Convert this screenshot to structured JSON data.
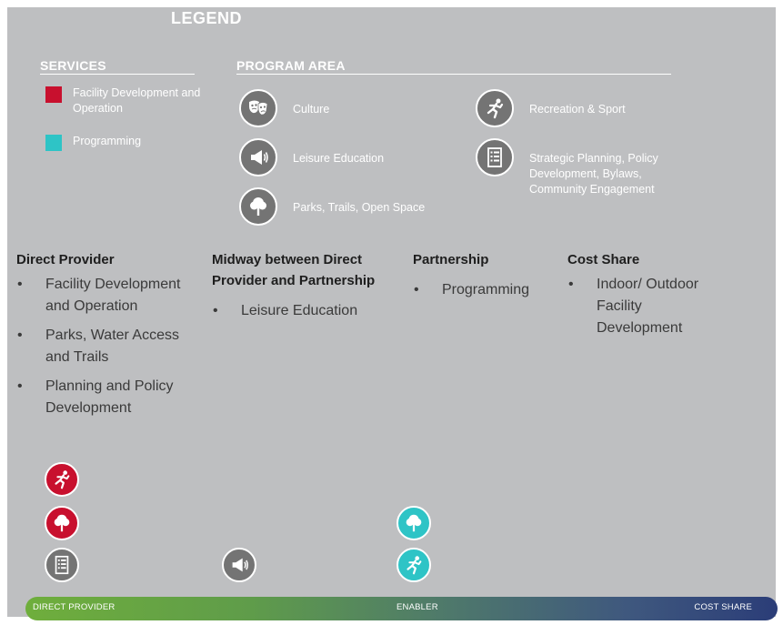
{
  "legend": {
    "title": "LEGEND",
    "services_heading": "SERVICES",
    "program_area_heading": "PROGRAM AREA",
    "services": [
      {
        "label": "Facility Development and Operation",
        "color": "#c8102e"
      },
      {
        "label": "Programming",
        "color": "#2ec4c6"
      }
    ],
    "program_areas": [
      {
        "label": "Culture",
        "icon": "theatre-masks-icon"
      },
      {
        "label": "Leisure Education",
        "icon": "megaphone-icon"
      },
      {
        "label": "Parks, Trails, Open Space",
        "icon": "tree-icon"
      },
      {
        "label": "Recreation & Sport",
        "icon": "runner-icon"
      },
      {
        "label": "Strategic Planning, Policy Development, Bylaws, Community Engagement",
        "icon": "document-list-icon"
      }
    ]
  },
  "columns": [
    {
      "heading": "Direct Provider",
      "items": [
        "Facility Development and Operation",
        "Parks, Water Access and Trails",
        "Planning and Policy Development"
      ]
    },
    {
      "heading": "Midway between Direct Provider and Partnership",
      "items": [
        "Leisure Education"
      ]
    },
    {
      "heading": "Partnership",
      "items": [
        "Programming"
      ]
    },
    {
      "heading": "Cost Share",
      "items": [
        "Indoor/ Outdoor Facility Development"
      ]
    }
  ],
  "spectrum": {
    "left_label": "DIRECT PROVIDER",
    "middle_label": "ENABLER",
    "right_label": "COST SHARE"
  },
  "colors": {
    "panel": "#bebfc1",
    "facility": "#c8102e",
    "programming": "#2ec4c6",
    "neutral_icon": "#747474"
  }
}
